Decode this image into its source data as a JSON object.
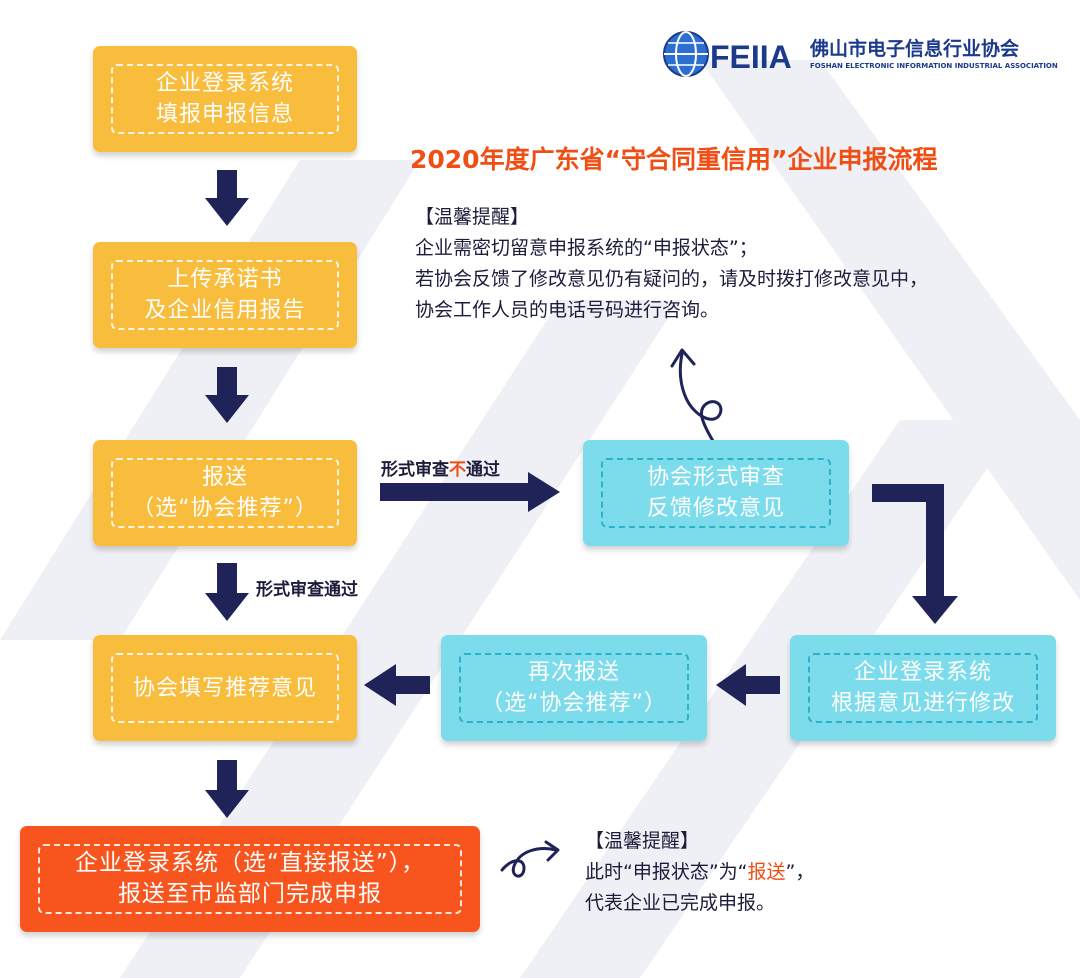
{
  "colors": {
    "step_yellow": "#f9bd3e",
    "feedback_cyan": "#7ddcec",
    "final_orange": "#f7551d",
    "arrow_navy": "#1f2358",
    "highlight_red": "#ef4e14",
    "logo_blue": "#1b3a8c"
  },
  "header": {
    "logo_mark": "FEIIA",
    "org_name": "佛山市电子信息行业协会",
    "org_name_en": "FOSHAN ELECTRONIC INFORMATION INDUSTRIAL ASSOCIATION"
  },
  "title": "2020年度广东省“守合同重信用”企业申报流程",
  "tip_top": {
    "heading": "【温馨提醒】",
    "lines": [
      "企业需密切留意申报系统的“申报状态”；",
      "若协会反馈了修改意见仍有疑问的，请及时拨打修改意见中，",
      "协会工作人员的电话号码进行咨询。"
    ]
  },
  "steps": {
    "step1": {
      "line1": "企业登录系统",
      "line2": "填报申报信息"
    },
    "step2": {
      "line1": "上传承诺书",
      "line2": "及企业信用报告"
    },
    "step3": {
      "line1": "报送",
      "line2": "（选“协会推荐”）"
    },
    "step4": {
      "line1": "协会填写推荐意见"
    },
    "final": {
      "line1": "企业登录系统（选“直接报送”），",
      "line2": "报送至市监部门完成申报"
    },
    "review": {
      "line1": "协会形式审查",
      "line2": "反馈修改意见"
    },
    "modify": {
      "line1": "企业登录系统",
      "line2": "根据意见进行修改"
    },
    "resubmit": {
      "line1": "再次报送",
      "line2": "（选“协会推荐”）"
    }
  },
  "edges": {
    "fail_prefix": "形式审查",
    "fail_highlight": "不",
    "fail_suffix": "通过",
    "pass": "形式审查通过"
  },
  "tip_bottom": {
    "heading": "【温馨提醒】",
    "line1_prefix": "此时“申报状态”为“",
    "line1_highlight": "报送",
    "line1_suffix": "”，",
    "line2": "代表企业已完成申报。"
  }
}
